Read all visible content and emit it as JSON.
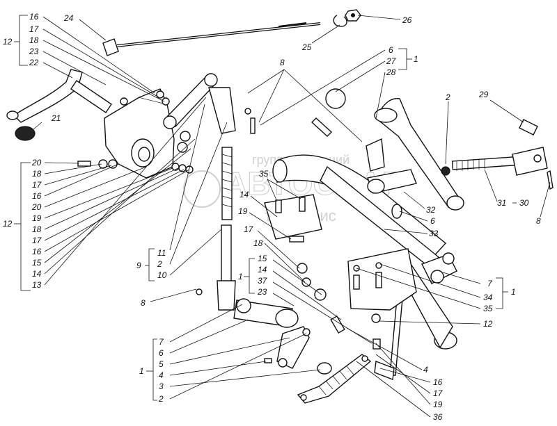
{
  "watermark": {
    "line1": "группа компаний",
    "line2": "АВТОСПАР",
    "line3": "техсервис"
  },
  "callouts": {
    "c16a": "16",
    "c17a": "17",
    "c18a": "18",
    "c23a": "23",
    "c22": "22",
    "c12a": "12",
    "c24": "24",
    "c25": "25",
    "c26": "26",
    "c21": "21",
    "c8a": "8",
    "c6a": "6",
    "c27": "27",
    "c28": "28",
    "c1a": "1",
    "c2a": "2",
    "c29": "29",
    "c31": "31",
    "c30": "30",
    "c8b": "8",
    "c20a": "20",
    "c18b": "18",
    "c17b": "17",
    "c16b": "16",
    "c20b": "20",
    "c19a": "19",
    "c18c": "18",
    "c17c": "17",
    "c16c": "16",
    "c15a": "15",
    "c14a": "14",
    "c13": "13",
    "c12b": "12",
    "c35a": "35",
    "c14b": "14",
    "c19b": "19",
    "c32": "32",
    "c6b": "6",
    "c33": "33",
    "c17d": "17",
    "c18d": "18",
    "c11": "11",
    "c2b": "2",
    "c10": "10",
    "c9": "9",
    "c15b": "15",
    "c14c": "14",
    "c37": "37",
    "c23b": "23",
    "c1b": "1",
    "c7a": "7",
    "c34": "34",
    "c35b": "35",
    "c1c": "1",
    "c12c": "12",
    "c8c": "8",
    "c7b": "7",
    "c6c": "6",
    "c5": "5",
    "c4a": "4",
    "c3": "3",
    "c2c": "2",
    "c1d": "1",
    "c4b": "4",
    "c16d": "16",
    "c17e": "17",
    "c19c": "19",
    "c36": "36"
  }
}
